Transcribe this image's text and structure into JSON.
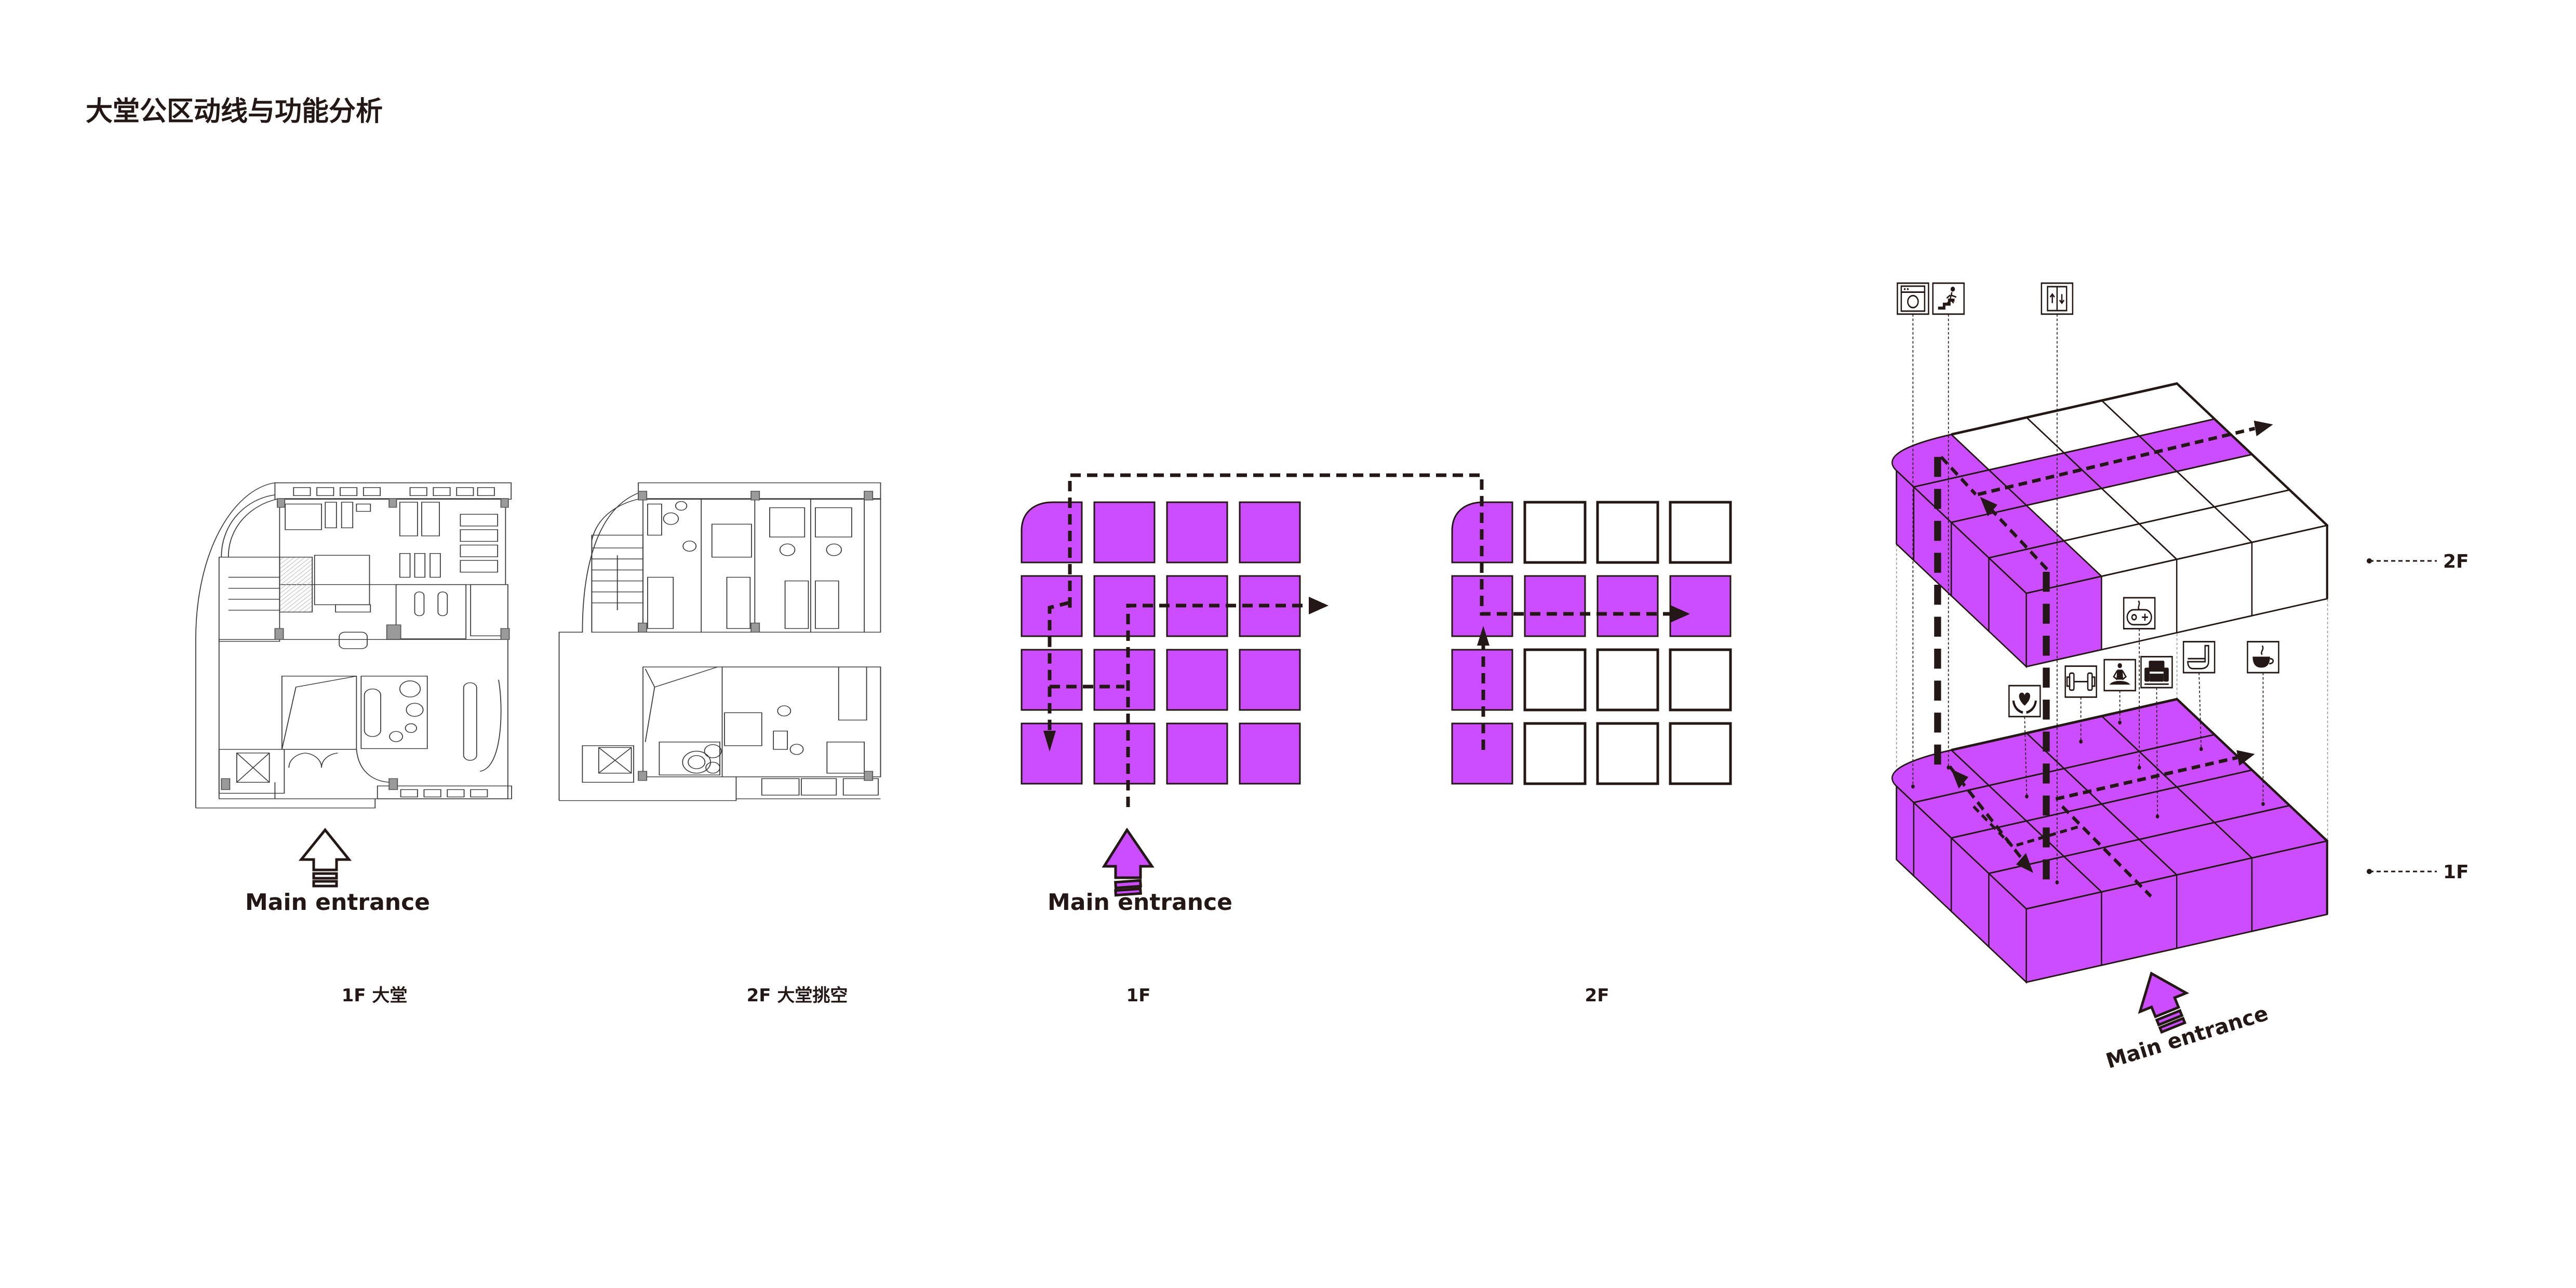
{
  "title": "大堂公区动线与功能分析",
  "colors": {
    "accent": "#CC4CFF",
    "ink": "#231815",
    "empty": "#FFFFFF"
  },
  "panels": [
    {
      "label": "1F 大堂",
      "entrance_label": "Main entrance"
    },
    {
      "label": "2F 大堂挑空"
    },
    {
      "label": "1F",
      "entrance_label": "Main entrance"
    },
    {
      "label": "2F"
    }
  ],
  "grid_1f": [
    [
      1,
      1,
      1,
      1
    ],
    [
      1,
      1,
      1,
      1
    ],
    [
      1,
      1,
      1,
      1
    ],
    [
      1,
      1,
      1,
      1
    ]
  ],
  "grid_2f": [
    [
      1,
      0,
      0,
      0
    ],
    [
      1,
      1,
      1,
      1
    ],
    [
      1,
      0,
      0,
      0
    ],
    [
      1,
      0,
      0,
      0
    ]
  ],
  "axon": {
    "floor_2f_label": "2F",
    "floor_1f_label": "1F",
    "entrance_label": "Main entrance",
    "floor_2f_top": [
      [
        1,
        0,
        0,
        0
      ],
      [
        1,
        0,
        0,
        0
      ],
      [
        1,
        1,
        1,
        1
      ],
      [
        1,
        0,
        0,
        0
      ]
    ],
    "floor_1f_top": [
      [
        1,
        1,
        1,
        1
      ],
      [
        1,
        1,
        1,
        1
      ],
      [
        1,
        1,
        1,
        1
      ],
      [
        1,
        1,
        1,
        1
      ]
    ],
    "icons_top": [
      "washer-icon",
      "stairs-exit-icon",
      "elevator-icon"
    ],
    "icons_mid": [
      "care-heart-icon",
      "gym-dumbbell-icon",
      "yoga-icon",
      "sofa-lounge-icon",
      "game-controller-icon",
      "toilet-icon",
      "coffee-icon"
    ]
  }
}
